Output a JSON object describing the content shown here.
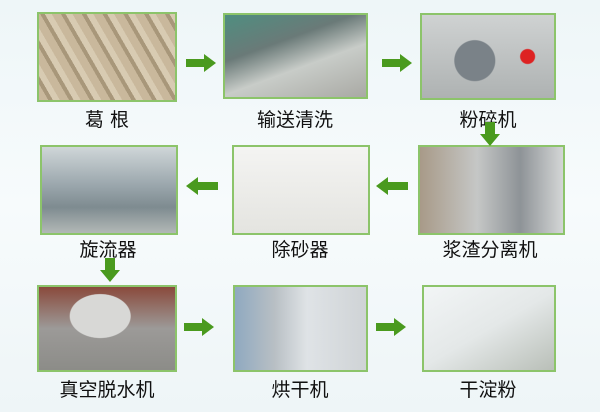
{
  "steps": [
    {
      "label": "葛 根",
      "photo": "kudzu-roots"
    },
    {
      "label": "输送清洗",
      "photo": "conveyor-washer"
    },
    {
      "label": "粉碎机",
      "photo": "crusher"
    },
    {
      "label": "浆渣分离机",
      "photo": "slurry-separator"
    },
    {
      "label": "除砂器",
      "photo": "desander"
    },
    {
      "label": "旋流器",
      "photo": "hydrocyclone"
    },
    {
      "label": "真空脱水机",
      "photo": "vacuum-dewaterer"
    },
    {
      "label": "烘干机",
      "photo": "dryer"
    },
    {
      "label": "干淀粉",
      "photo": "dry-starch"
    }
  ],
  "colors": {
    "arrow": "#4a9a1e",
    "frame": "#8cc46a"
  }
}
